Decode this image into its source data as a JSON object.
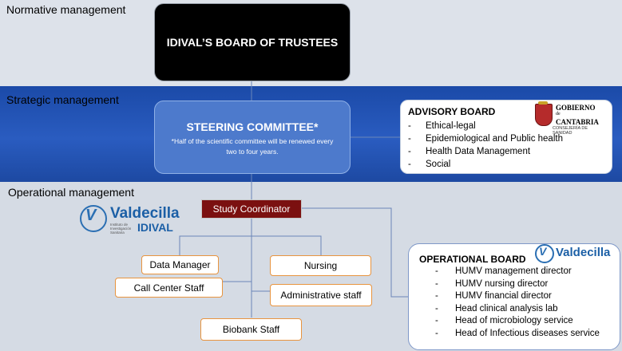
{
  "bands": {
    "normative": "Normative management",
    "strategic": "Strategic management",
    "operational": "Operational management"
  },
  "board_of_trustees": "IDIVAL’S BOARD OF TRUSTEES",
  "steering": {
    "title": "STEERING COMMITTEE*",
    "note": "*Half of the scientific committee will be renewed every two to four years."
  },
  "advisory": {
    "title": "ADVISORY BOARD",
    "items": [
      "Ethical-legal",
      "Epidemiological and Public health",
      "Health Data Management",
      "Social"
    ],
    "logo": {
      "line1": "GOBIERNO",
      "de": "de",
      "line2": "CANTABRIA",
      "line3": "CONSEJERÍA DE SANIDAD",
      "icon": "cantabria-shield-icon"
    }
  },
  "coordinator": "Study Coordinator",
  "roles": {
    "data_manager": "Data Manager",
    "nursing": "Nursing",
    "call_center": "Call Center Staff",
    "administrative": "Administrative staff",
    "biobank": "Biobank Staff"
  },
  "operational_board": {
    "title": "OPERATIONAL BOARD",
    "items": [
      "HUMV management director",
      "HUMV nursing director",
      "HUMV financial director",
      "Head  clinical analysis lab",
      "Head of microbiology service",
      "Head of Infectious diseases service"
    ]
  },
  "valdecilla_logo": {
    "name": "Valdecilla",
    "sub": "Instituto de Investigación Sanitaria",
    "idival": "IDIVAL",
    "icon": "valdecilla-v-icon"
  },
  "colors": {
    "strategic_band": "#2a5cc0",
    "coordinator": "#7b1010",
    "role_border": "#e8943f",
    "board": "#000000"
  }
}
